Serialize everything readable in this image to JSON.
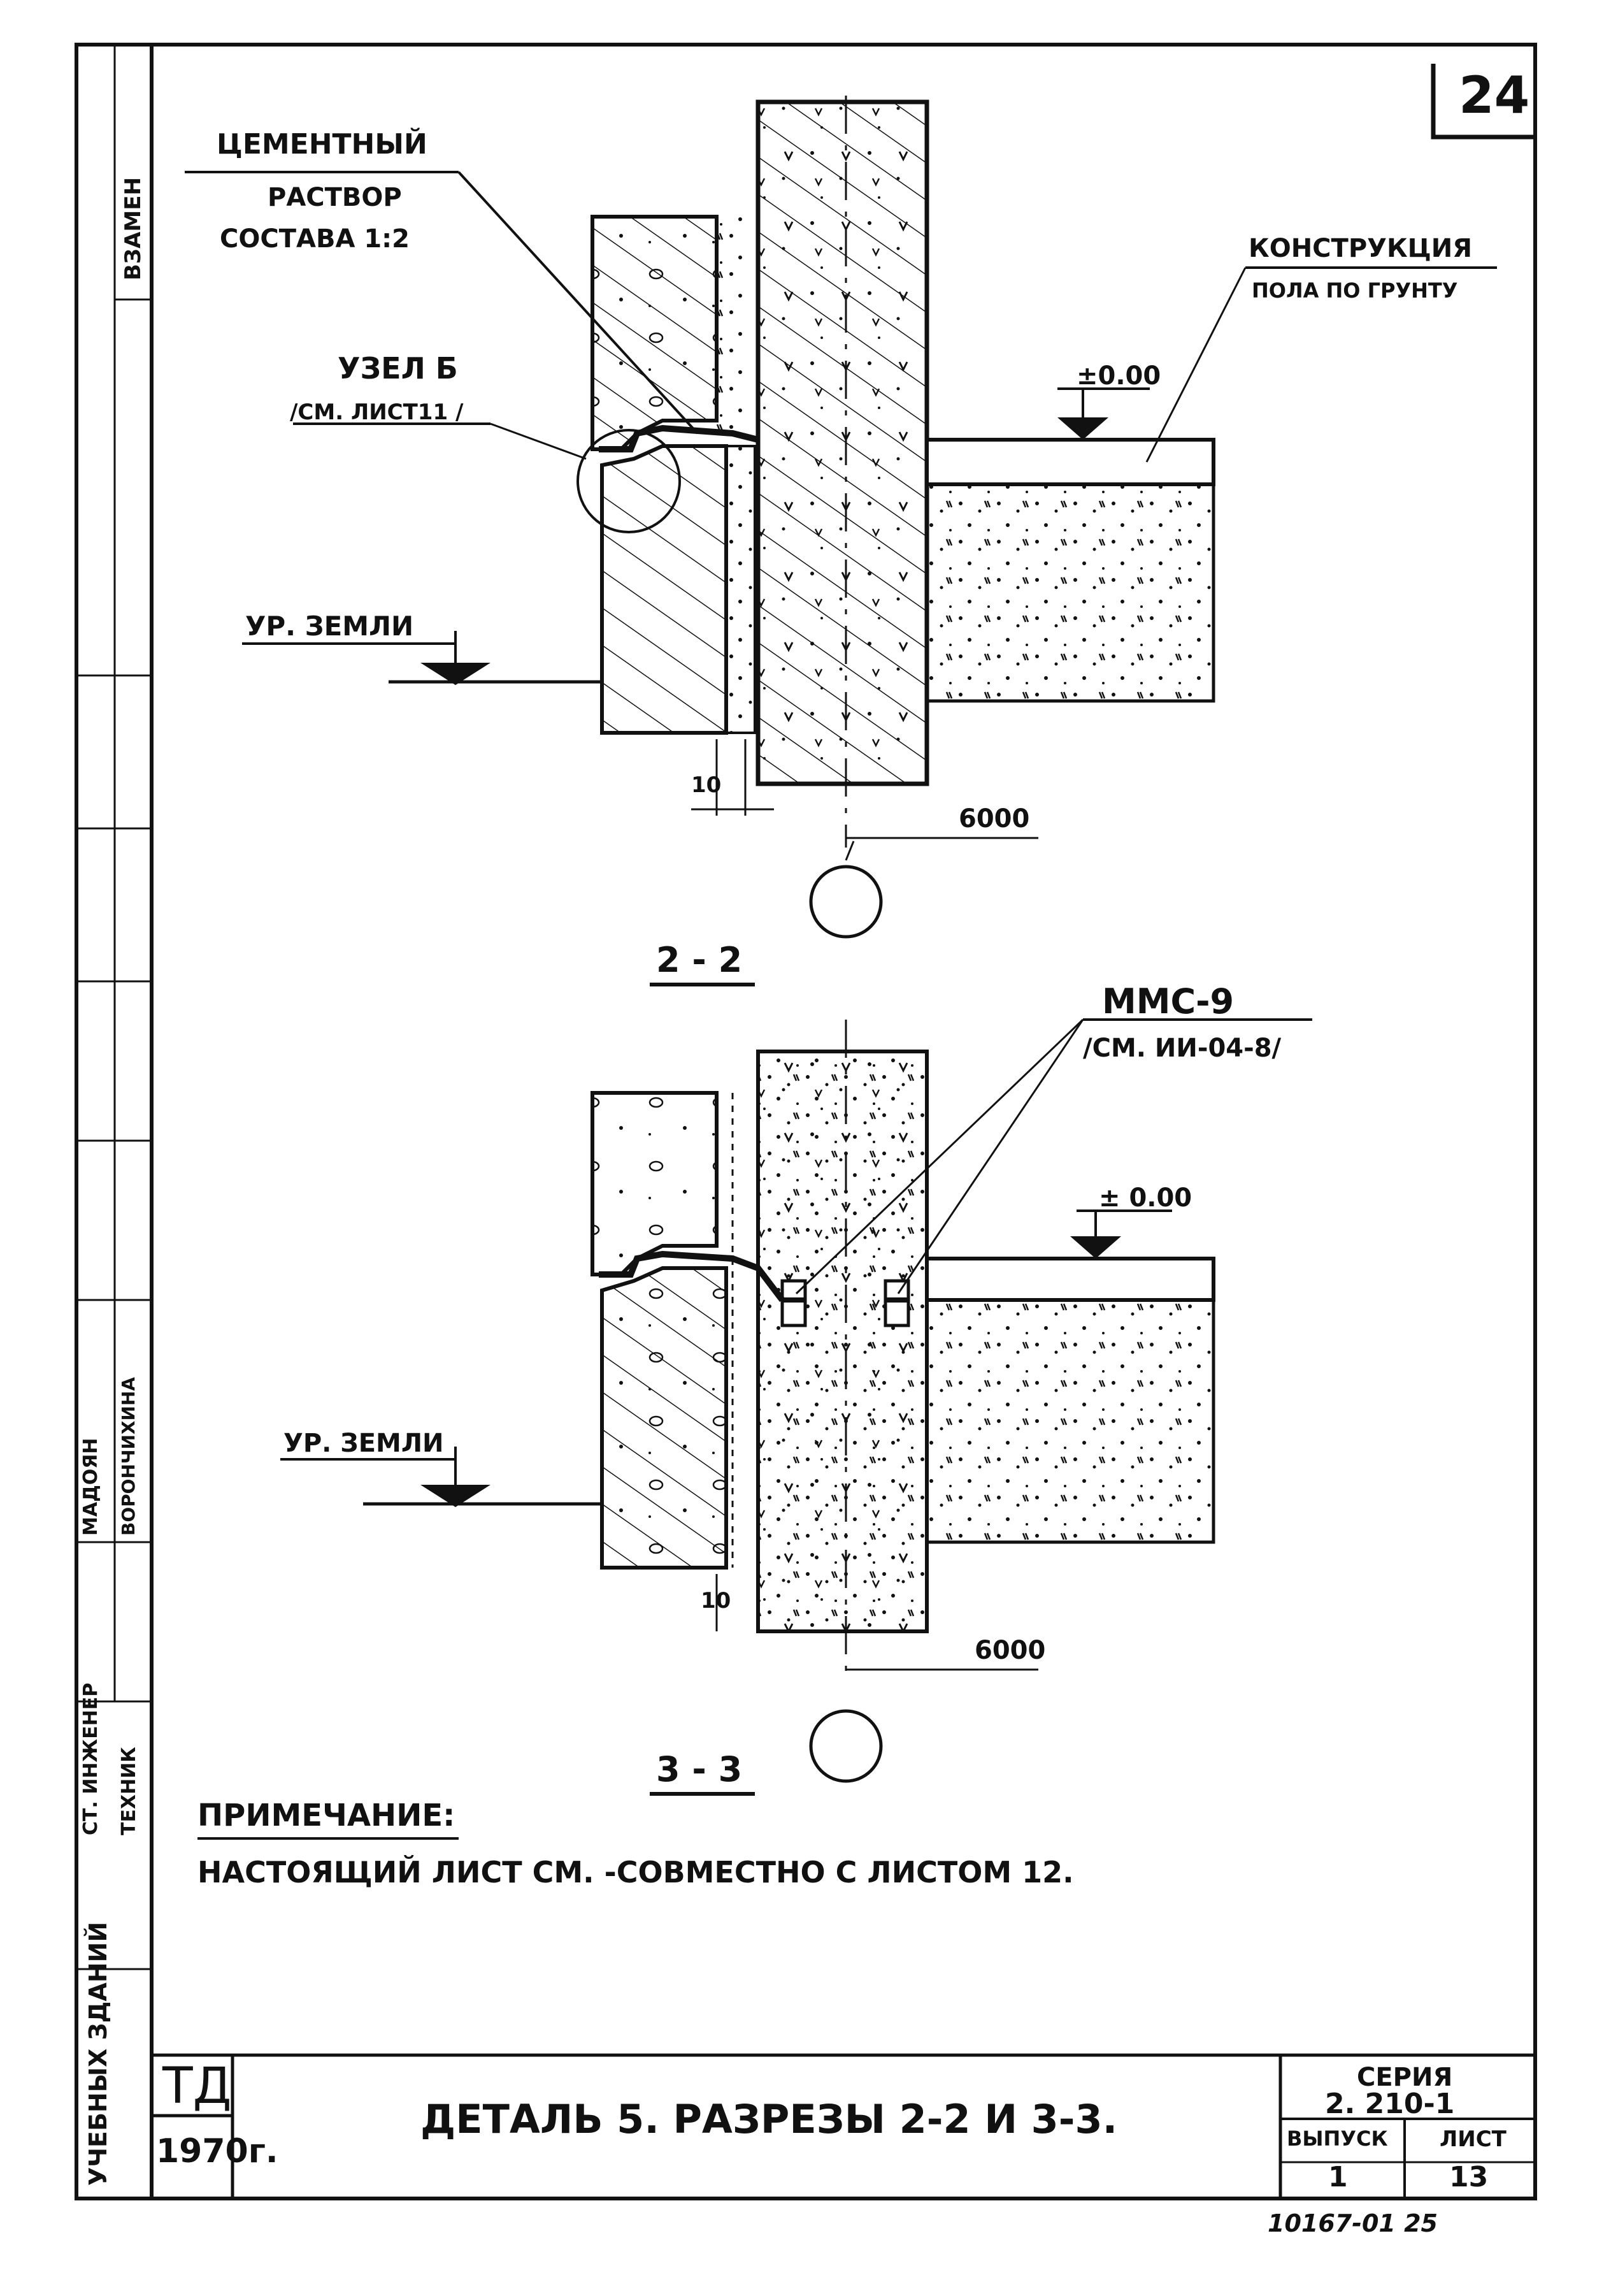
{
  "sheet": {
    "page_number": "24",
    "labels": {
      "cement_mortar": [
        "ЦЕМЕНТНЫЙ",
        "РАСТВОР",
        "СОСТАВА 1:2"
      ],
      "floor_construction": [
        "КОНСТРУКЦИЯ",
        "ПОЛА ПО ГРУНТУ"
      ],
      "node_b": "УЗЕЛ Б",
      "node_b_ref": "/СМ. ЛИСТ11 /",
      "level_zero_top": "±0.00",
      "level_zero_bottom": "± 0.00",
      "ground_level_top": "УР. ЗЕМЛИ",
      "ground_level_bottom": "УР. ЗЕМЛИ",
      "dim_gap_top": "10",
      "dim_gap_bottom": "10",
      "dim_axis_top": "6000",
      "dim_axis_bottom": "6000",
      "section_top": "2 - 2",
      "section_bottom": "3 - 3",
      "mmc_label": "ММС-9",
      "mmc_ref": "/СМ. ИИ-04-8/"
    },
    "note_title": "ПРИМЕЧАНИЕ:",
    "note_text": "НАСТОЯЩИЙ   ЛИСТ   СМ.  -СОВМЕСТНО    С  ЛИСТОМ  12.",
    "left_strip": {
      "zamen": "ВЗАМЕН",
      "building": "УЧЕБНЫХ ЗДАНИЙ",
      "engineer": "СТ. ИНЖЕНЕР",
      "technician": "ТЕХНИК",
      "name_1": "МАДОЯН",
      "name_2": "ВОРОНЧИХИНА"
    },
    "title_block": {
      "org": "ТД",
      "year": "1970г.",
      "title": "ДЕТАЛЬ 5.   РАЗРЕЗЫ   2-2  И  3-3.",
      "series_label": "СЕРИЯ",
      "series_value": "2. 210-1",
      "issue_label": "ВЫПУСК",
      "issue_value": "1",
      "sheet_label": "ЛИСТ",
      "sheet_value": "13"
    },
    "footer_code": "10167-01   25"
  }
}
